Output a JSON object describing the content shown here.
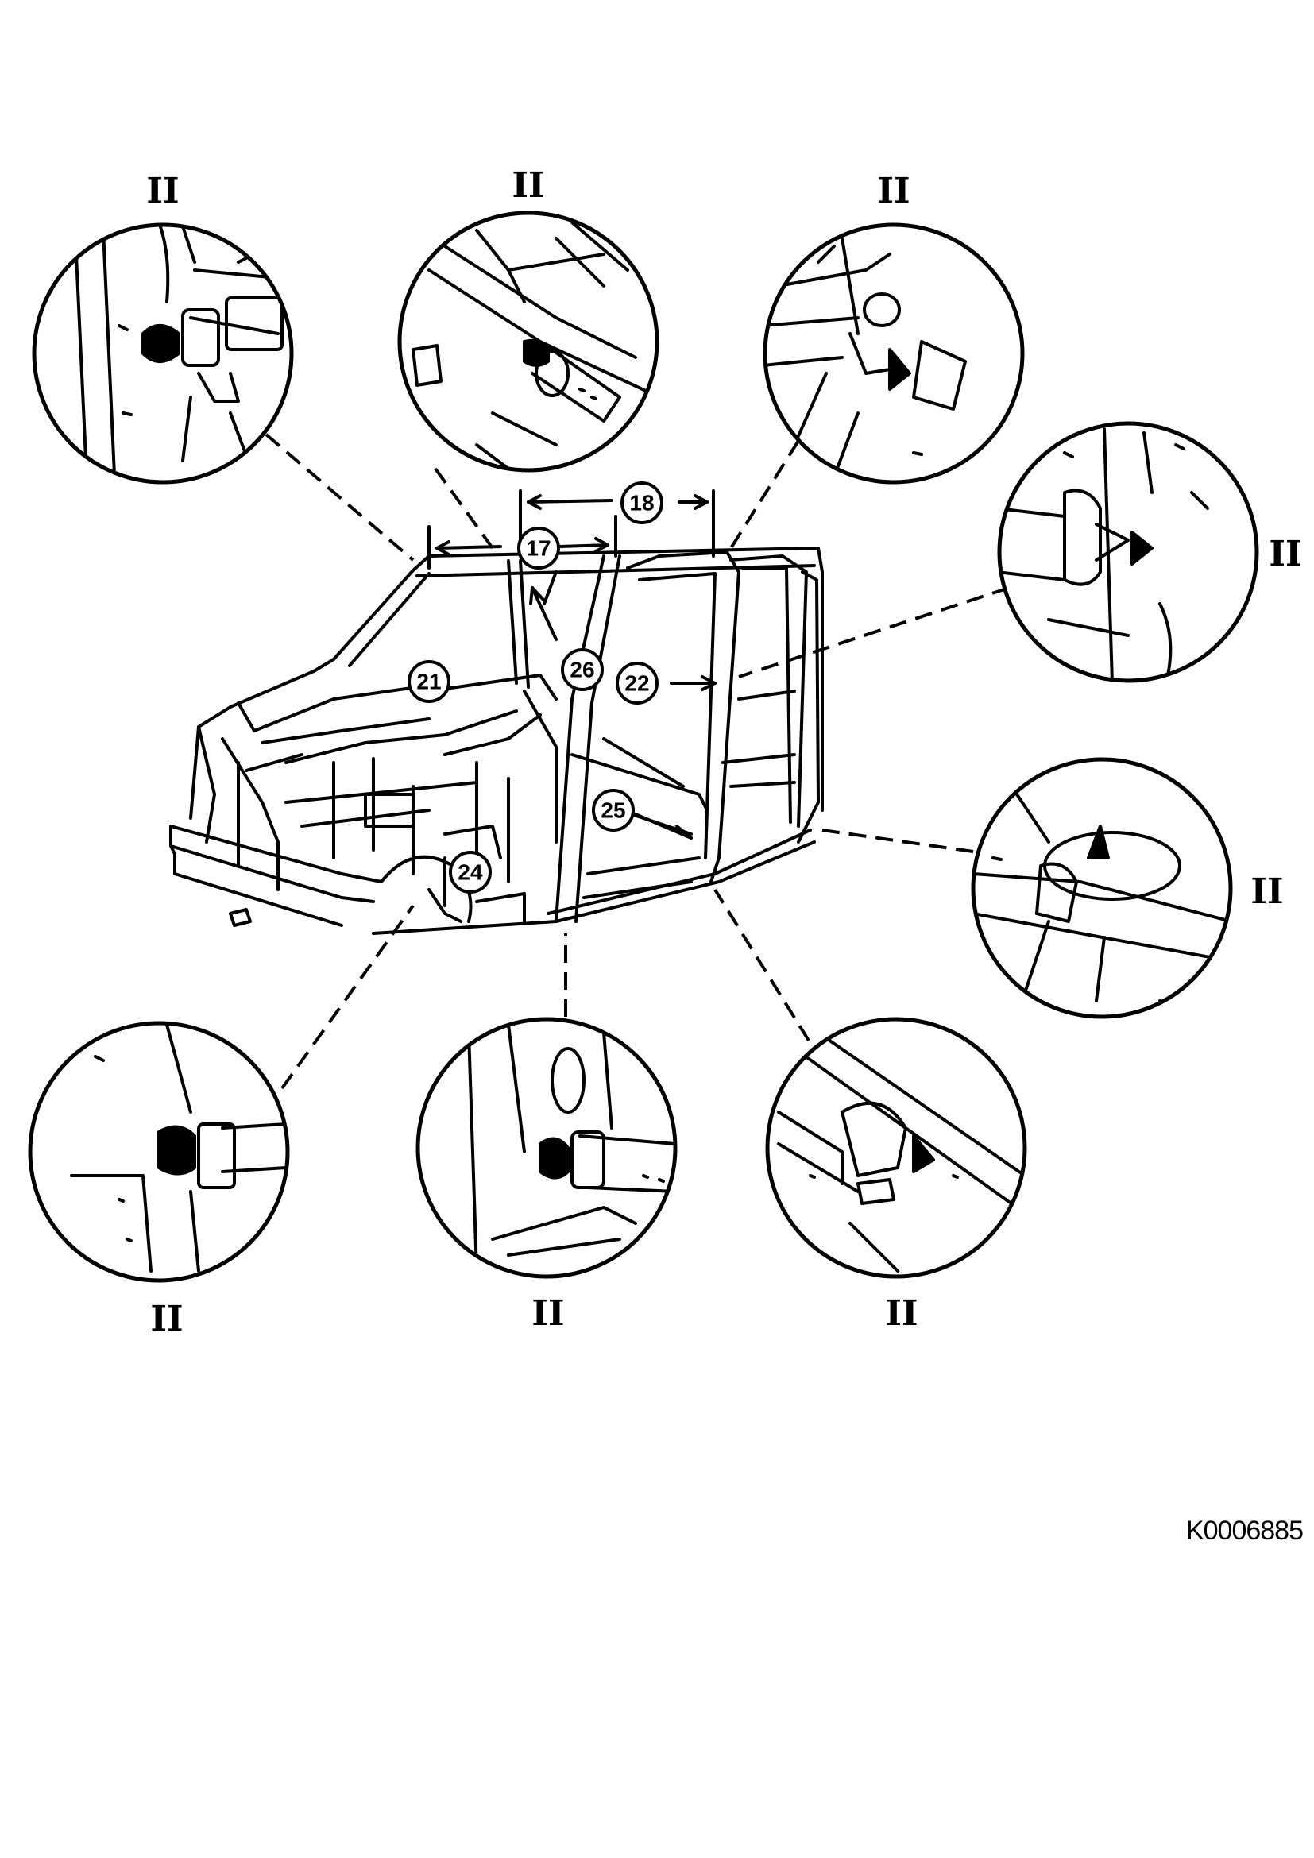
{
  "views": {
    "top_left": "II",
    "top_center": "II",
    "top_right": "II",
    "right_upper": "II",
    "right_lower": "II",
    "bottom_left": "II",
    "bottom_center": "II",
    "bottom_right": "II"
  },
  "callouts": {
    "c17": "17",
    "c18": "18",
    "c21": "21",
    "c22": "22",
    "c24": "24",
    "c25": "25",
    "c26": "26"
  },
  "reference_code": "K0006885"
}
